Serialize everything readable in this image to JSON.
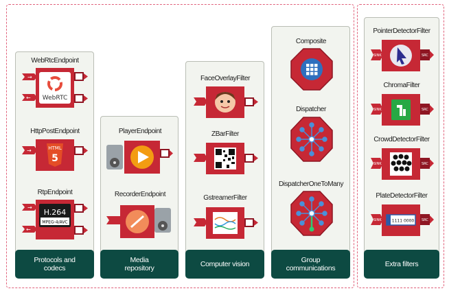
{
  "groups": [
    {
      "label": "Protocols and codecs"
    },
    {
      "label": "Media repository"
    },
    {
      "label": "Computer vision"
    },
    {
      "label": "Group communications"
    },
    {
      "label": "Extra filters"
    }
  ],
  "elements": {
    "webrtc": {
      "name": "WebRtcEndpoint",
      "icon_text": "WebRTC"
    },
    "httppost": {
      "name": "HttpPostEndpoint",
      "icon_text": "HTML",
      "icon_number": "5"
    },
    "rtp": {
      "name": "RtpEndpoint",
      "icon_text": "H.264",
      "icon_subtext": "MPEG-4/AVC"
    },
    "player": {
      "name": "PlayerEndpoint"
    },
    "recorder": {
      "name": "RecorderEndpoint"
    },
    "faceoverlay": {
      "name": "FaceOverlayFilter"
    },
    "zbar": {
      "name": "ZBarFilter"
    },
    "gstreamer": {
      "name": "GstreamerFilter"
    },
    "composite": {
      "name": "Composite"
    },
    "dispatcher": {
      "name": "Dispatcher"
    },
    "dispatcher1n": {
      "name": "DispatcherOneToMany"
    },
    "pointer": {
      "name": "PointerDetectorFilter"
    },
    "chroma": {
      "name": "ChromaFilter"
    },
    "crowd": {
      "name": "CrowdDetectorFilter"
    },
    "plate": {
      "name": "PlateDetectorFilter",
      "icon_text": "1111 0000"
    }
  },
  "pad_labels": {
    "sink": "SINK",
    "src": "SRC"
  },
  "colors": {
    "element_red": "#c62835",
    "element_dark": "#8e1623",
    "footer_green": "#0d4a42",
    "dashed_border": "#e0607a"
  },
  "icons": {
    "webrtc": "webrtc-logo-icon",
    "httppost": "html5-icon",
    "rtp": "h264-badge-icon",
    "player": "play-icon",
    "recorder": "record-icon",
    "faceoverlay": "face-icon",
    "zbar": "qr-code-icon",
    "gstreamer": "waveform-icon",
    "composite": "grid-icon",
    "dispatcher": "hub-icon",
    "dispatcher1n": "hub-icon",
    "pointer": "cursor-icon",
    "chroma": "chroma-icon",
    "crowd": "crowd-icon",
    "plate": "license-plate-icon"
  }
}
